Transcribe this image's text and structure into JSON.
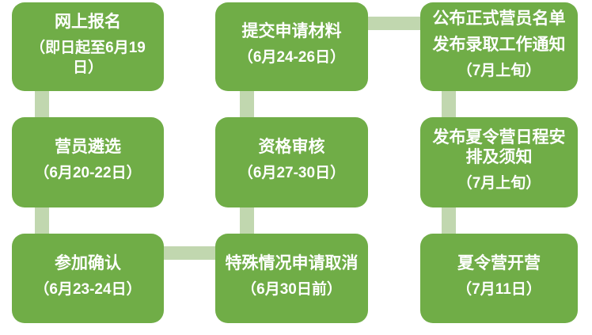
{
  "colors": {
    "node_fill": "#70AD47",
    "connector_fill": "#C1D7AF",
    "text": "#FFFFFF",
    "background": "#FFFFFF"
  },
  "flow": {
    "nodes": [
      {
        "id": "online-signup",
        "lines": [
          "网上报名"
        ],
        "date": "（即日起至6月19日）"
      },
      {
        "id": "submit-materials",
        "lines": [
          "提交申请材料"
        ],
        "date": "（6月24-26日）"
      },
      {
        "id": "announce-list",
        "lines": [
          "公布正式营员名单",
          "发布录取工作通知"
        ],
        "date": "（7月上旬）"
      },
      {
        "id": "camper-selection",
        "lines": [
          "营员遴选"
        ],
        "date": "（6月20-22日）"
      },
      {
        "id": "qualification-review",
        "lines": [
          "资格审核"
        ],
        "date": "（6月27-30日）"
      },
      {
        "id": "publish-schedule",
        "lines": [
          "发布夏令营日程安\n排及须知"
        ],
        "date": "（7月上旬）"
      },
      {
        "id": "confirm-attendance",
        "lines": [
          "参加确认"
        ],
        "date": "（6月23-24日）"
      },
      {
        "id": "special-cancellation",
        "lines": [
          "特殊情况申请取消"
        ],
        "date": "（6月30日前）"
      },
      {
        "id": "camp-opening",
        "lines": [
          "夏令营开营"
        ],
        "date": "（7月11日）"
      }
    ],
    "connectors": [
      {
        "from": "网上报名",
        "to": "营员遴选",
        "type": "vertical"
      },
      {
        "from": "营员遴选",
        "to": "参加确认",
        "type": "vertical"
      },
      {
        "from": "参加确认",
        "to": "特殊情况申请取消",
        "type": "horizontal"
      },
      {
        "from": "资格审核",
        "to": "特殊情况申请取消",
        "type": "vertical"
      },
      {
        "from": "提交申请材料",
        "to": "资格审核",
        "type": "vertical"
      },
      {
        "from": "提交申请材料",
        "to": "公布正式营员名单",
        "type": "horizontal"
      },
      {
        "from": "公布正式营员名单",
        "to": "发布夏令营日程安排及须知",
        "type": "vertical"
      },
      {
        "from": "发布夏令营日程安排及须知",
        "to": "夏令营开营",
        "type": "vertical"
      }
    ]
  }
}
